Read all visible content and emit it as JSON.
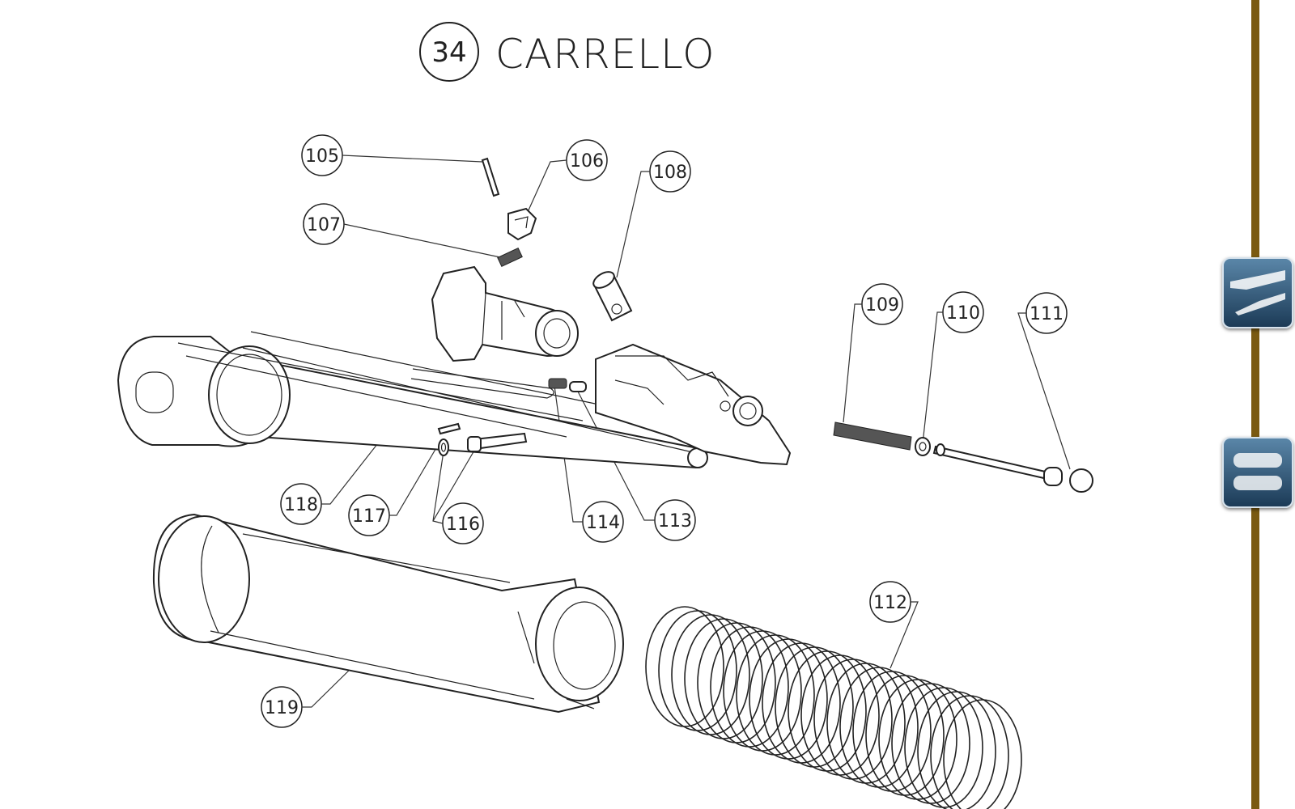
{
  "header": {
    "section_number": "34",
    "title": "CARRELLO"
  },
  "callouts": [
    "105",
    "106",
    "107",
    "108",
    "109",
    "110",
    "111",
    "112",
    "113",
    "114",
    "116",
    "117",
    "118",
    "119"
  ],
  "sidebar": {
    "rail_color": "#7a5a12",
    "buttons": [
      {
        "icon": "shotgun-icon"
      },
      {
        "icon": "parts-list-icon"
      }
    ]
  }
}
